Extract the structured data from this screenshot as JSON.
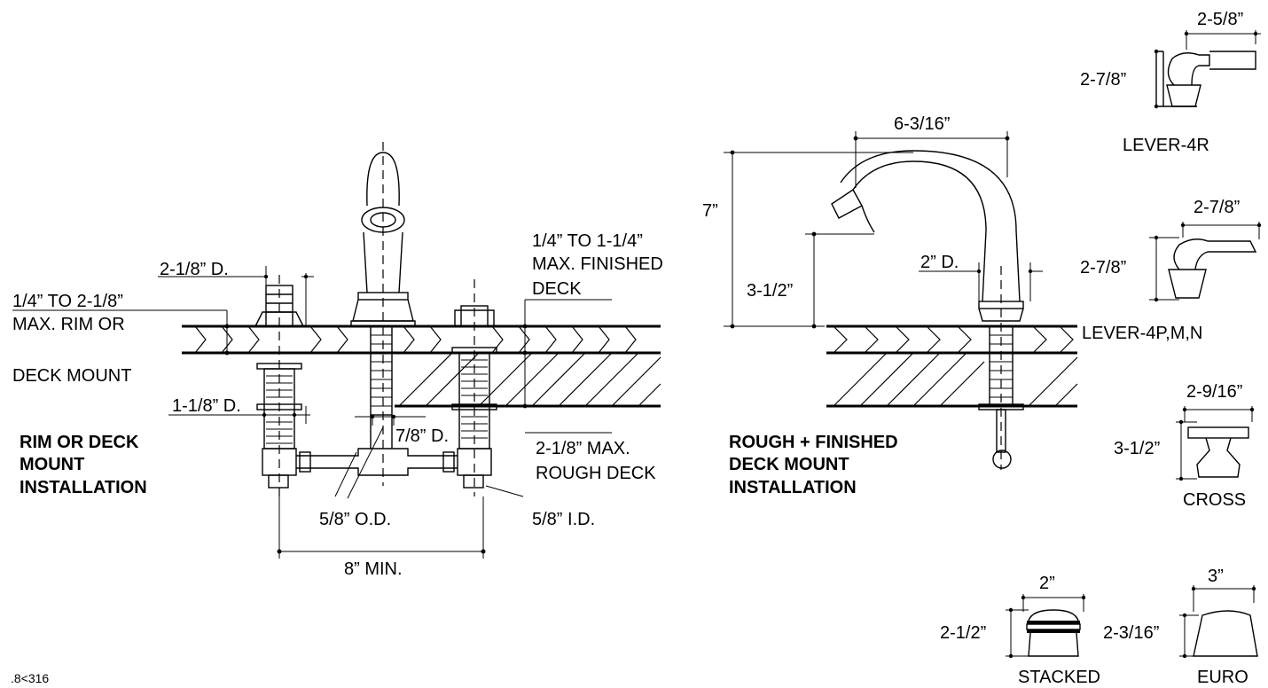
{
  "left_install": {
    "title": [
      "RIM OR DECK",
      "MOUNT",
      "INSTALLATION"
    ],
    "dim_rim_deck": [
      "1/4” TO 2-1/8”",
      "MAX. RIM OR",
      "DECK MOUNT"
    ],
    "dim_finished_deck": [
      "1/4” TO 1-1/4”",
      "MAX. FINISHED",
      "DECK"
    ],
    "dim_rough_deck": [
      "2-1/8” MAX.",
      "ROUGH DECK"
    ],
    "dim_spout_d": "2-1/8” D.",
    "dim_valve_d": "1-1/8” D.",
    "dim_center_d": "7/8” D.",
    "dim_od": "5/8” O.D.",
    "dim_id": "5/8” I.D.",
    "dim_spacing": "8” MIN."
  },
  "right_install": {
    "title": [
      "ROUGH + FINISHED",
      "DECK MOUNT",
      "INSTALLATION"
    ],
    "dim_reach": "6-3/16”",
    "dim_height": "7”",
    "dim_outlet": "3-1/2”",
    "dim_base_d": "2” D."
  },
  "handles": [
    {
      "name": "LEVER-4R",
      "width": "2-5/8”",
      "height": "2-7/8”"
    },
    {
      "name": "LEVER-4P,M,N",
      "width": "2-7/8”",
      "height": "2-7/8”"
    },
    {
      "name": "CROSS",
      "width": "2-9/16”",
      "height": "3-1/2”"
    },
    {
      "name": "STACKED",
      "width": "2”",
      "height": "2-1/2”"
    },
    {
      "name": "EURO",
      "width": "3”",
      "height": "2-3/16”"
    }
  ],
  "footer_code": ".8<316"
}
